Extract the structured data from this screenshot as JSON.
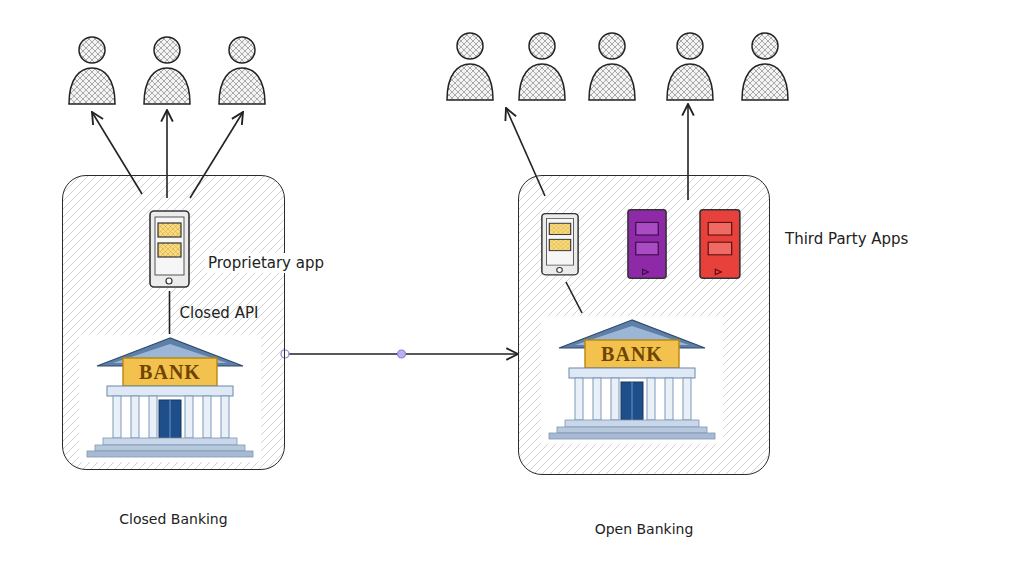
{
  "diagram": {
    "nodes": [
      {
        "text": [
          "Closed Banking"
        ]
      },
      {
        "text": [
          "Proprietary app"
        ],
        "in": 0
      },
      {
        "text": [
          "BANK"
        ],
        "in": 0
      },
      {
        "text": [
          "Open Banking"
        ]
      },
      {
        "text": [
          "BANK"
        ],
        "in": 3
      }
    ],
    "edges": [
      {
        "from": 1,
        "to": 2,
        "label": "Closed API",
        "arrow": "none"
      },
      {
        "from": 0,
        "to": 3,
        "arrow": "to"
      }
    ],
    "labels": [
      "Third Party Apps"
    ]
  }
}
